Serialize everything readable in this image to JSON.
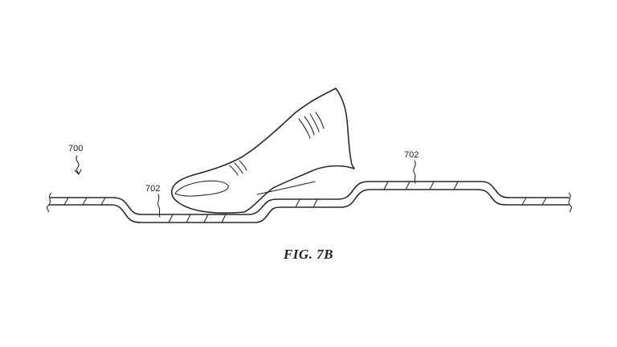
{
  "figure": {
    "caption": "FIG. 7B",
    "labels": {
      "device": "700",
      "surface_left": "702",
      "surface_right": "702"
    }
  },
  "colors": {
    "line": "#2a2a2a",
    "background": "#ffffff"
  }
}
